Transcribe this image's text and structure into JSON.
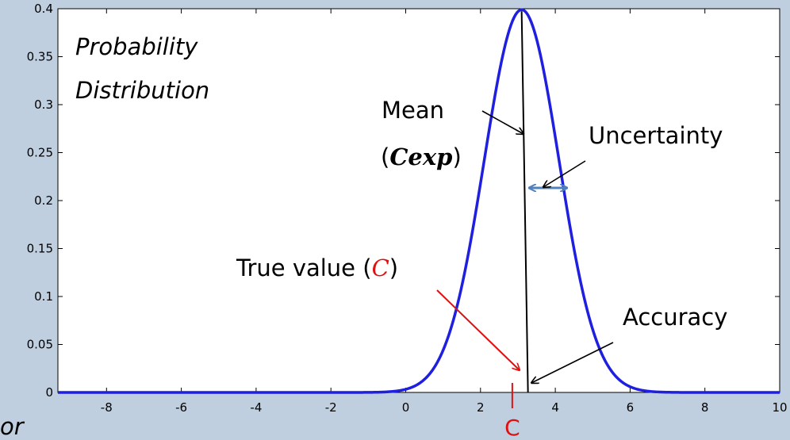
{
  "chart_data": {
    "type": "line",
    "title": "",
    "xlabel": "",
    "ylabel": "",
    "xlim": [
      -9.3,
      10
    ],
    "ylim": [
      0,
      0.4
    ],
    "grid": false,
    "x_ticks": [
      -8,
      -6,
      -4,
      -2,
      0,
      2,
      4,
      6,
      8,
      10
    ],
    "y_ticks": [
      0,
      0.05,
      0.1,
      0.15,
      0.2,
      0.25,
      0.3,
      0.35,
      0.4
    ],
    "x_tick_labels": [
      "-8",
      "-6",
      "-4",
      "-2",
      "0",
      "2",
      "4",
      "6",
      "8",
      "10"
    ],
    "y_tick_labels": [
      "0",
      "0.05",
      "0.1",
      "0.15",
      "0.2",
      "0.25",
      "0.3",
      "0.35",
      "0.4"
    ],
    "series": [
      {
        "style": "gaussian",
        "mean": 3.1,
        "std_dev": 1.0,
        "peak": 0.399,
        "color": "#1f1fe0"
      }
    ],
    "true_value_x": 2.85,
    "annotations": {
      "distribution_line1": "Probability",
      "distribution_line2": "Distribution",
      "mean_label": "Mean",
      "mean_paren_open": "(",
      "mean_symbol": "Cexp",
      "mean_paren_close": ")",
      "uncertainty": "Uncertainty",
      "true_value_prefix": "True value (",
      "true_value_symbol": "C",
      "true_value_suffix": ")",
      "accuracy": "Accuracy",
      "c_marker": "C",
      "corner_fragment": "or"
    }
  },
  "colors": {
    "background": "#bfcfe0",
    "plot_background": "#ffffff",
    "curve": "#1f1fe0",
    "true_value": "#e01010",
    "uncertainty_arrow": "#4f81bd",
    "arrow": "#000000"
  }
}
